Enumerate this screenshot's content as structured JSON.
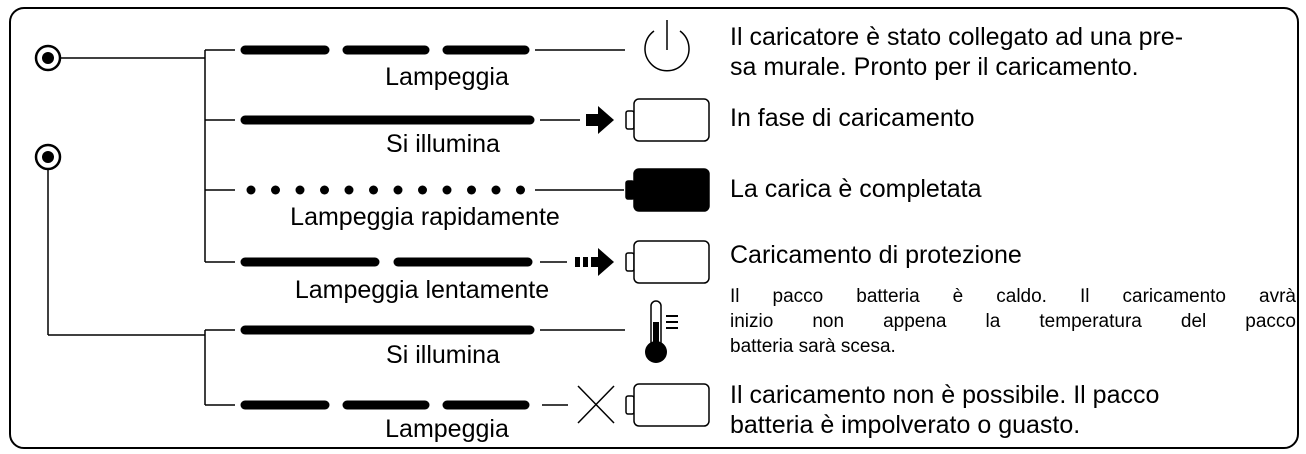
{
  "rows": [
    {
      "pattern": "dash3",
      "label": "Lampeggia",
      "icon": "power-icon",
      "description": [
        "Il caricatore è stato collegato ad una pre-",
        "sa murale. Pronto per il caricamento."
      ]
    },
    {
      "pattern": "solid",
      "label": "Si illumina",
      "icon": "battery-charging-icon",
      "description": [
        "In fase di caricamento"
      ]
    },
    {
      "pattern": "dots",
      "label": "Lampeggia rapidamente",
      "icon": "battery-full-icon",
      "description": [
        "La carica è completata"
      ]
    },
    {
      "pattern": "dash2",
      "label": "Lampeggia lentamente",
      "icon": "battery-protection-icon",
      "description": [
        "Caricamento di protezione"
      ],
      "note": [
        "Il pacco batteria è caldo. Il caricamento avrà",
        "inizio non appena la temperatura del pacco",
        "batteria sarà scesa."
      ]
    },
    {
      "pattern": "solid",
      "label": "Si illumina",
      "icon": "thermometer-icon",
      "description": []
    },
    {
      "pattern": "dash3",
      "label": "Lampeggia",
      "icon": "battery-error-icon",
      "description": [
        "Il caricamento non è possibile. Il pacco",
        "batteria è impolverato o guasto."
      ]
    }
  ],
  "indicators": [
    "lamp-indicator-top",
    "lamp-indicator-bottom"
  ]
}
